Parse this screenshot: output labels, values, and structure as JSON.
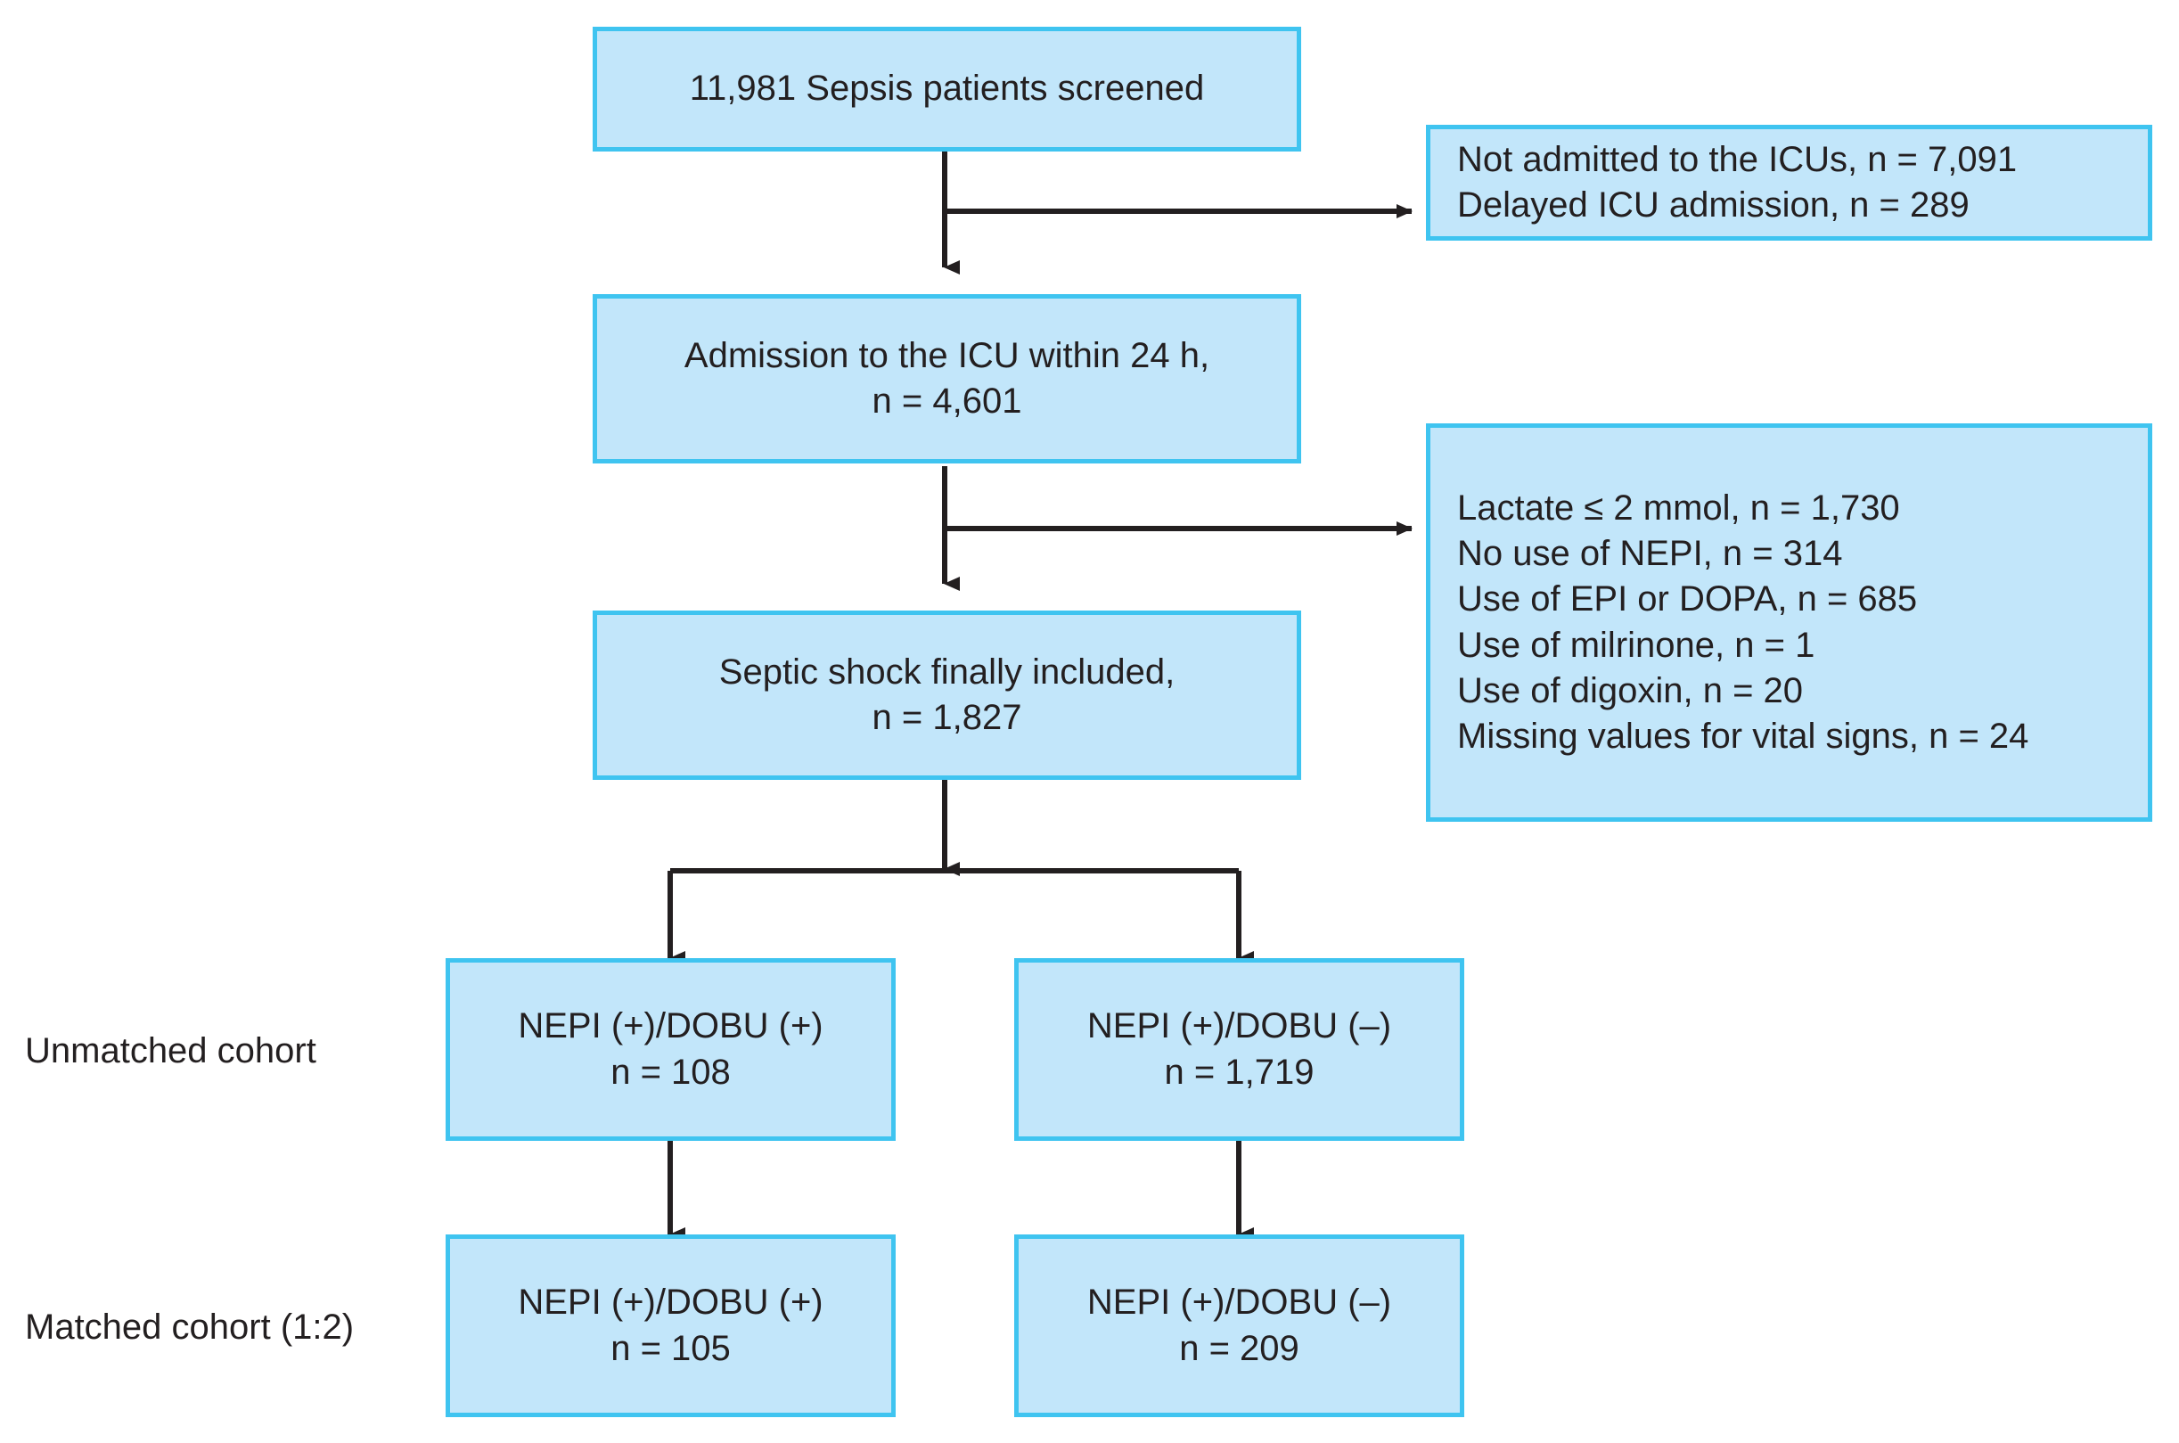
{
  "figure": {
    "type": "patient-flow-diagram",
    "colors": {
      "box_fill": "#c2e6fa",
      "box_border": "#3fc4f0",
      "text": "#231f20",
      "connector": "#231f20",
      "background": "#ffffff"
    }
  },
  "side_labels": {
    "unmatched": "Unmatched cohort",
    "matched": "Matched cohort (1:2)"
  },
  "boxes": {
    "screened": {
      "lines": [
        "11,981 Sepsis patients screened"
      ]
    },
    "excluded_1": {
      "lines": [
        "Not admitted to the ICUs, n = 7,091",
        "Delayed ICU admission, n = 289"
      ]
    },
    "icu_admission": {
      "lines": [
        "Admission to the ICU within 24 h,",
        "n = 4,601"
      ]
    },
    "excluded_2": {
      "lines": [
        "Lactate ≤ 2 mmol, n = 1,730",
        "No use of NEPI, n = 314",
        "Use of EPI or DOPA, n = 685",
        "Use of milrinone, n = 1",
        "Use of digoxin, n = 20",
        "Missing values for vital signs, n = 24"
      ]
    },
    "septic_shock": {
      "lines": [
        "Septic shock finally included,",
        "n = 1,827"
      ]
    },
    "unmatched_dobu_pos": {
      "lines": [
        "NEPI (+)/DOBU (+)",
        "n = 108"
      ]
    },
    "unmatched_dobu_neg": {
      "lines": [
        "NEPI (+)/DOBU (–)",
        "n = 1,719"
      ]
    },
    "matched_dobu_pos": {
      "lines": [
        "NEPI (+)/DOBU (+)",
        "n = 105"
      ]
    },
    "matched_dobu_neg": {
      "lines": [
        "NEPI (+)/DOBU (–)",
        "n = 209"
      ]
    }
  }
}
